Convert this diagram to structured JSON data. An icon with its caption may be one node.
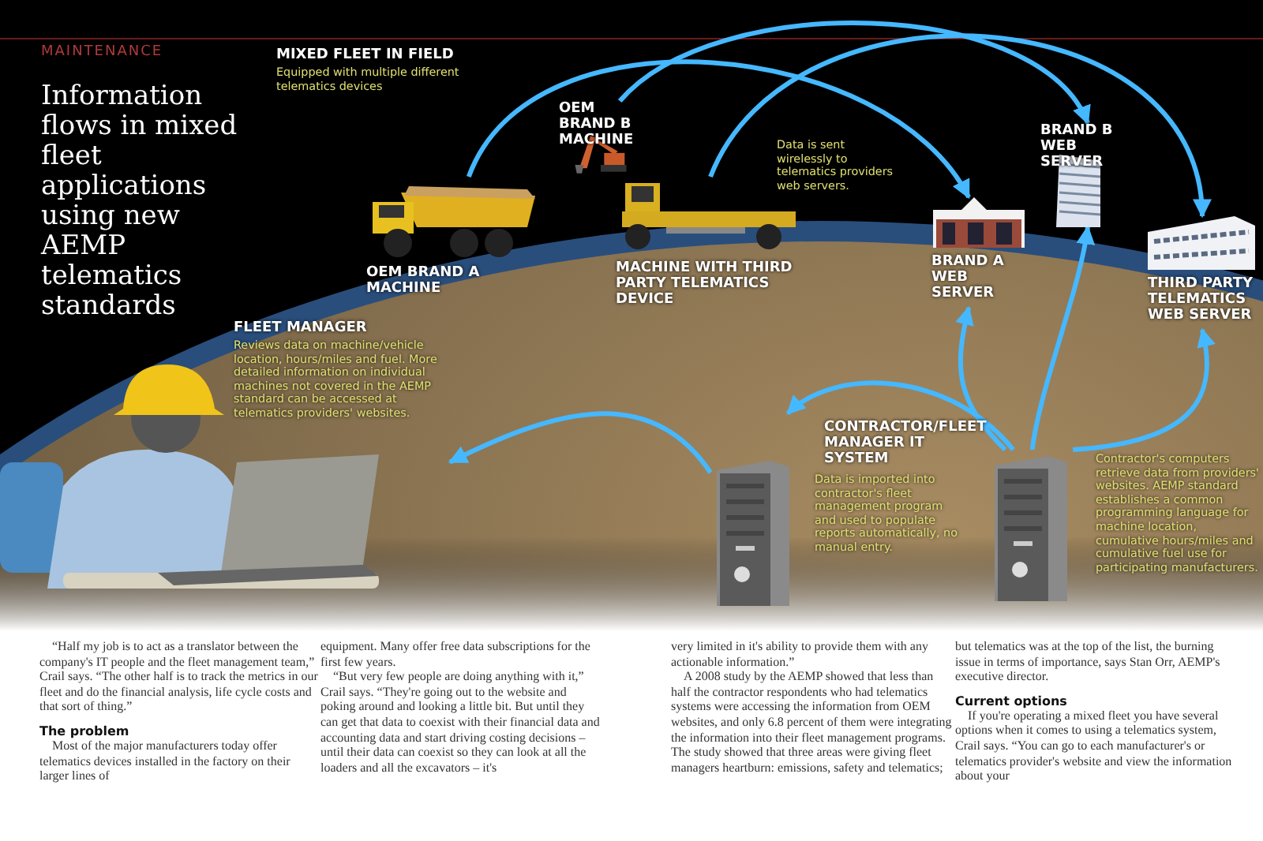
{
  "diagram": {
    "title": "Information flows in mixed fleet applications using new AEMP telematics standards",
    "nodes": [
      {
        "text": [
          "FLEET MANAGER",
          "Reviews data on machine/vehicle location, hours/miles and fuel. More detailed information on individual machines not covered in the AEMP standard can be accessed at telematics providers' websites."
        ]
      },
      {
        "text": [
          "OEM BRAND A MACHINE"
        ]
      },
      {
        "text": [
          "OEM BRAND B MACHINE"
        ]
      },
      {
        "text": [
          "MACHINE WITH THIRD PARTY TELEMATICS DEVICE"
        ]
      },
      {
        "text": [
          "BRAND A WEB SERVER"
        ]
      },
      {
        "text": [
          "BRAND B WEB SERVER"
        ]
      },
      {
        "text": [
          "THIRD PARTY TELEMATICS WEB SERVER"
        ]
      },
      {
        "text": [
          "CONTRACTOR/FLEET MANAGER IT SYSTEM",
          "Data is imported into contractor's fleet management program and used to populate reports automatically, no manual entry."
        ]
      },
      {
        "text": [
          "Contractor's computers retrieve data from providers' websites. AEMP standard establishes a common programming language for machine location, cumulative hours/miles and cumulative fuel use for participating manufacturers."
        ]
      }
    ],
    "edges": [
      {
        "from": 1,
        "to": 4,
        "arrow": "to"
      },
      {
        "from": 2,
        "to": 5,
        "arrow": "to"
      },
      {
        "from": 3,
        "to": 6,
        "arrow": "to"
      },
      {
        "from": 8,
        "to": 4,
        "arrow": "to"
      },
      {
        "from": 8,
        "to": 5,
        "arrow": "to"
      },
      {
        "from": 8,
        "to": 6,
        "arrow": "to"
      },
      {
        "from": 8,
        "to": 7,
        "arrow": "to"
      },
      {
        "from": 7,
        "to": 0,
        "arrow": "to"
      }
    ],
    "labels": [
      "MAINTENANCE",
      "MIXED FLEET IN FIELD",
      "Equipped with multiple different telematics devices",
      "Data is sent wirelessly to telematics providers web servers.",
      "“Half my job is to act as a translator between the company's IT people and the fleet management team,” Crail says. “The other half is to track the metrics in our fleet and do the financial analysis, life cycle costs and that sort of thing.”",
      "The problem",
      "Most of the major manufacturers today offer telematics devices installed in the factory on their larger lines of",
      "equipment. Many offer free data subscriptions for the first few years.",
      "“But very few people are doing anything with it,” Crail says. “They're going out to the website and poking around and looking a little bit. But until they can get that data to coexist with their financial data and accounting data and start driving costing decisions – until their data can coexist so they can look at all the loaders and all the excavators – it's",
      "very limited in it's ability to provide them with any actionable information.”",
      "A 2008 study by the AEMP showed that less than half the contractor respondents who had telematics systems were accessing the information from OEM websites, and only 6.8 percent of them were integrating the information into their fleet management programs. The study showed that three areas were giving fleet managers heartburn: emissions, safety and telematics;",
      "but telematics was at the top of the list, the burning issue in terms of importance, says Stan Orr, AEMP's executive director.",
      "Current options",
      "If you're operating a mixed fleet you have several options when it comes to using a telematics system, Crail says. “You can go to each manufacturer's or telematics provider's website and view the information about your"
    ]
  }
}
